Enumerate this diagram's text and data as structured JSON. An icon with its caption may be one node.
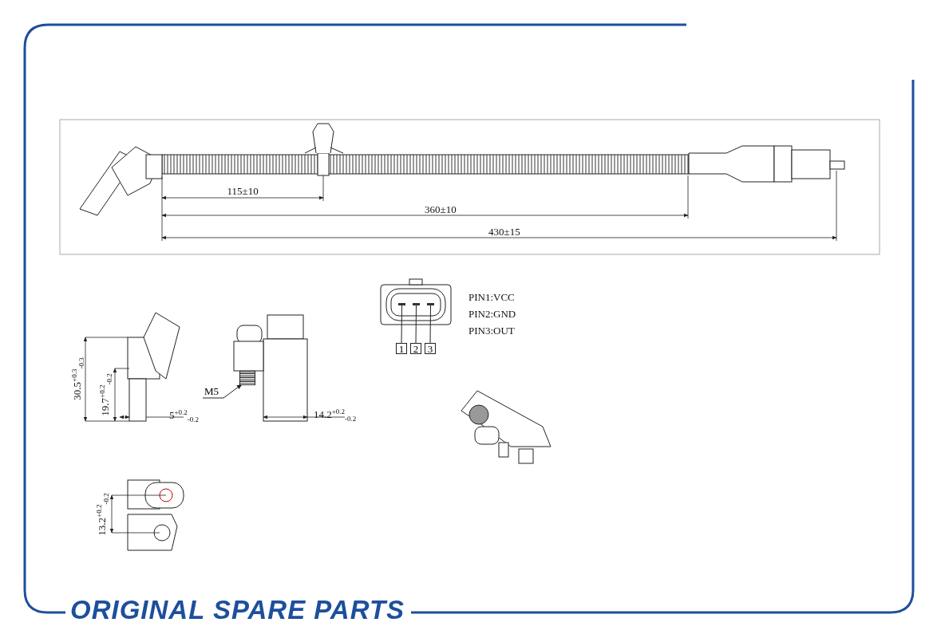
{
  "diagram": {
    "nodes": [
      {
        "text": [
          "M5"
        ]
      },
      {
        "text": [
          "1"
        ]
      },
      {
        "text": [
          "2"
        ]
      },
      {
        "text": [
          "3"
        ]
      },
      {
        "text": [],
        "shape": "bar"
      },
      {
        "text": [],
        "shape": "bar"
      },
      {
        "text": [],
        "shape": "bar"
      },
      {
        "text": [],
        "shape": "picture"
      }
    ],
    "edges": [
      {
        "from": 0,
        "to": 7,
        "arrow": "to"
      },
      {
        "from": 1,
        "to": 4,
        "arrow": "none"
      },
      {
        "from": 2,
        "to": 5,
        "arrow": "none"
      },
      {
        "from": 3,
        "to": 6,
        "arrow": "none"
      }
    ],
    "labels": [
      "115±10",
      "360±10",
      "430±15",
      "PIN1:VCC",
      "PIN2:GND",
      "PIN3:OUT",
      "30.5$^{+0.3}$$_{-0.3}$",
      "19.7$^{+0.2}$$_{-0.2}$",
      "5$^{+0.2}$$_{-0.2}$",
      "14.2$^{+0.2}$$_{-0.2}$",
      "13.2$^{+0.2}$$_{-0.2}$",
      "ORIGINAL SPARE PARTS"
    ]
  }
}
